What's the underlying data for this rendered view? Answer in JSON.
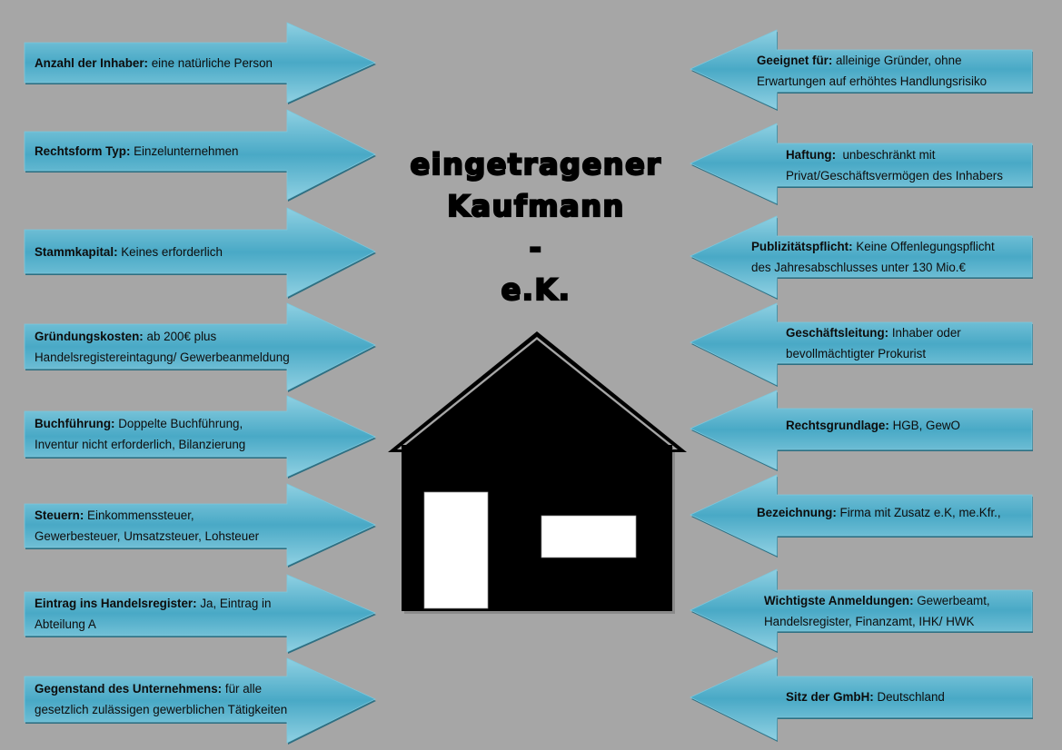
{
  "title": {
    "lines": [
      "eingetragener",
      "Kaufmann",
      "-",
      "e.K."
    ]
  },
  "colors": {
    "background": "#a6a6a6",
    "arrow_light": "#8fd0e2",
    "arrow_mid": "#49a9c6",
    "arrow_dark": "#2e6f82",
    "house": "#000000",
    "house_openings": "#ffffff"
  },
  "left_arrows": [
    {
      "label": "Anzahl der Inhaber:",
      "text": " eine natürliche Person",
      "line2": ""
    },
    {
      "label": "Rechtsform Typ:",
      "text": " Einzelunternehmen",
      "line2": ""
    },
    {
      "label": "Stammkapital:",
      "text": " Keines erforderlich",
      "line2": ""
    },
    {
      "label": "Gründungskosten:",
      "text": " ab 200€ plus",
      "line2": "Handelsregistereintagung/ Gewerbeanmeldung"
    },
    {
      "label": "Buchführung:",
      "text": " Doppelte Buchführung,",
      "line2": "Inventur nicht erforderlich, Bilanzierung"
    },
    {
      "label": "Steuern:",
      "text": " Einkommenssteuer,",
      "line2": "Gewerbesteuer, Umsatzsteuer, Lohsteuer"
    },
    {
      "label": "Eintrag ins Handelsregister:",
      "text": " Ja, Eintrag in",
      "line2": "Abteilung A"
    },
    {
      "label": "Gegenstand des Unternehmens:",
      "text": " für alle",
      "line2": "gesetzlich zulässigen gewerblichen Tätigkeiten"
    }
  ],
  "right_arrows": [
    {
      "label": "Geeignet für:",
      "text": " alleinige Gründer, ohne",
      "line2": "Erwartungen auf erhöhtes Handlungsrisiko"
    },
    {
      "label": "Haftung:",
      "text": "  unbeschränkt mit",
      "line2": "Privat/Geschäftsvermögen des Inhabers"
    },
    {
      "label": "Publizitätspflicht:",
      "text": " Keine Offenlegungspflicht",
      "line2": "des Jahresabschlusses unter 130 Mio.€"
    },
    {
      "label": "Geschäftsleitung:",
      "text": " Inhaber oder",
      "line2": "bevollmächtigter Prokurist"
    },
    {
      "label": "Rechtsgrundlage:",
      "text": " HGB, GewO",
      "line2": ""
    },
    {
      "label": "Bezeichnung:",
      "text": " Firma mit Zusatz e.K, me.Kfr.,",
      "line2": ""
    },
    {
      "label": "Wichtigste Anmeldungen:",
      "text": " Gewerbeamt,",
      "line2": "Handelsregister, Finanzamt, IHK/ HWK"
    },
    {
      "label": "Sitz der GmbH:",
      "text": " Deutschland",
      "line2": ""
    }
  ],
  "house": {
    "icon": "house-icon",
    "parts": [
      "roof",
      "wall",
      "door",
      "window"
    ]
  }
}
